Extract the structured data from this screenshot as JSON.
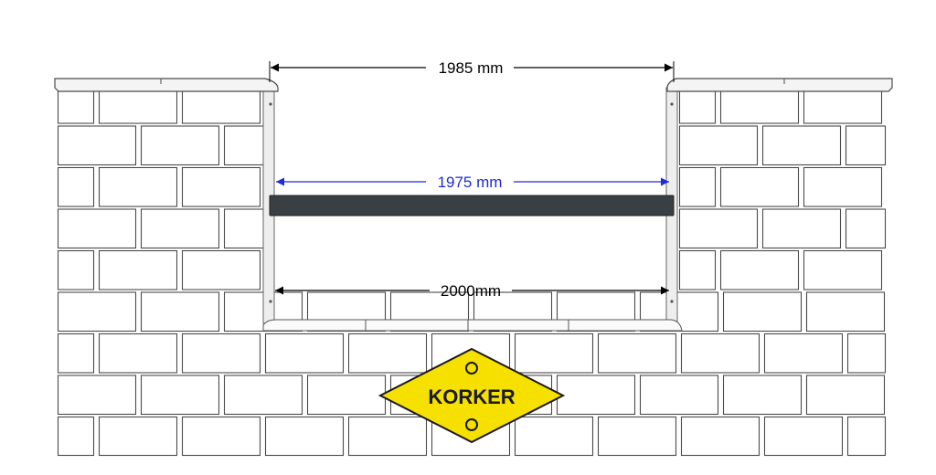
{
  "dimensions": {
    "top": "1985 mm",
    "middle": "1975 mm",
    "bottom": "2000mm"
  },
  "logo": {
    "text": "KORKER",
    "fill_color": "#f5e000",
    "outline_color": "#1a1a1a"
  },
  "colors": {
    "beam": "#3a3f44",
    "middle_dimension": "#1f2bd6",
    "dimension": "#000000",
    "mortar_line": "#4a4a4a"
  }
}
